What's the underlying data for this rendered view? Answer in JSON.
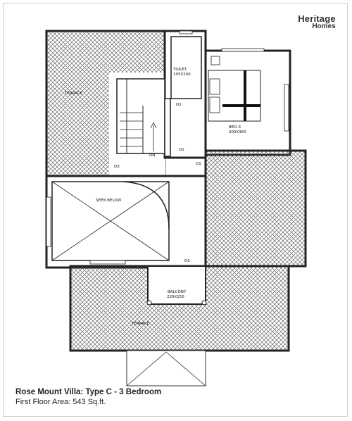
{
  "brand": {
    "line1": "Heritage",
    "line2": "Homes"
  },
  "plan": {
    "rooms": {
      "terrace_top": "TERRACE",
      "toilet": "TOILET",
      "toilet_size": "105X240",
      "bed": "BED-3",
      "bed_size": "300X360",
      "seen_below": "SEEN BELOW",
      "balcony": "BALCONY",
      "balcony_size": "226X150",
      "terrace_bottom": "TERRACE"
    },
    "doors": {
      "d2": "D2",
      "d1_a": "D1",
      "d1_b": "D1",
      "d3_a": "D3",
      "d3_b": "D3"
    },
    "stair": "DN"
  },
  "caption": {
    "title": "Rose Mount Villa: Type C - 3 Bedroom",
    "area": "First Floor Area: 543 Sq.ft."
  }
}
